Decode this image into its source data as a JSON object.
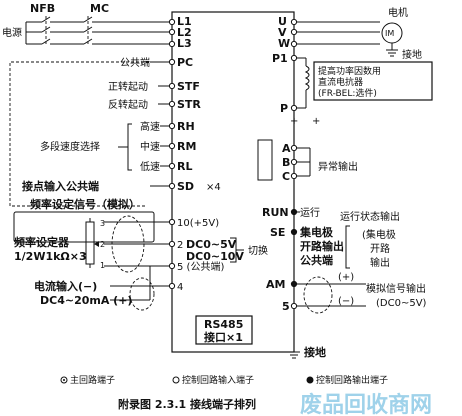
{
  "colors": {
    "line": "#111111",
    "watermark": "#7fc3e3",
    "background": "#ffffff"
  },
  "top": {
    "nfb": "NFB",
    "mc": "MC",
    "power": "电源"
  },
  "terminals_left": {
    "L1": "L1",
    "L2": "L2",
    "L3": "L3",
    "PC": "PC",
    "STF": "STF",
    "STR": "STR",
    "RH": "RH",
    "RM": "RM",
    "RL": "RL",
    "SD": "SD",
    "t10": "10(+5V)",
    "t2": "2",
    "t4": "4",
    "t5": "5 (公共端)"
  },
  "left_labels": {
    "common": "公共端",
    "forward": "正转起动",
    "reverse": "反转起动",
    "high": "高速",
    "mid": "中速",
    "low": "低速",
    "multi_speed": "多段速度选择",
    "contact_common": "接点输入公共端",
    "x4": "×4",
    "freq_signal": "频率设定信号（模拟）",
    "setter_line1": "频率设定器",
    "setter_line2": "1/2W1kΩ×3",
    "range_line1": "DC0~5V",
    "range_line2": "DC0~10V",
    "switch": "切换",
    "current_in": "电流输入(−)",
    "current_range": "DC4~20mA (+)",
    "pot_3": "3",
    "pot_2": "2",
    "pot_1": "1"
  },
  "terminals_right": {
    "U": "U",
    "V": "V",
    "W": "W",
    "P1": "P1",
    "P": "P",
    "A": "A",
    "B": "B",
    "C": "C",
    "RUN": "RUN",
    "SE": "SE",
    "AM": "AM",
    "t5": "5"
  },
  "right_labels": {
    "motor": "电机",
    "motor_symbol": "IM",
    "ground": "接地",
    "reactor_line1": "提高功率因数用",
    "reactor_line2": "直流电抗器",
    "reactor_line3": "(FR-BEL:选件)",
    "plus": "+",
    "fault_out": "异常输出",
    "running": "运行",
    "oc_line1": "集电极",
    "oc_line2": "开路输出",
    "oc_line3": "公共端",
    "run_status": "运行状态输出",
    "oc2_line1": "(集电极",
    "oc2_line2": "开路",
    "oc2_line3": "输出",
    "plus_paren": "(+)",
    "minus_paren": "(−)",
    "analog_out": "模拟信号输出",
    "analog_range": "(DC0~5V)",
    "ground_bottom": "接地"
  },
  "center": {
    "rs485_line1": "RS485",
    "rs485_line2": "接口×1"
  },
  "legend": {
    "main_circuit": "主回路端子",
    "ctrl_input": "控制回路输入端子",
    "ctrl_output": "控制回路输出端子"
  },
  "caption": "附录图 2.3.1   接线端子排列",
  "watermark": "废品回收商网"
}
